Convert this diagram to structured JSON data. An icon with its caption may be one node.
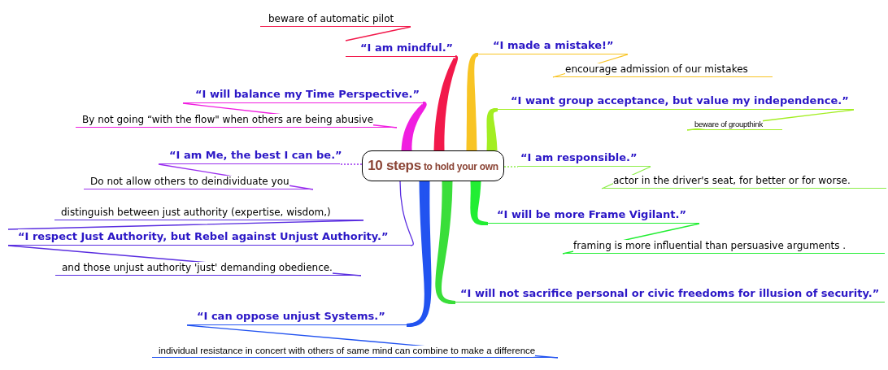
{
  "diagram": {
    "nodes": [
      {
        "text": [
          "**10 steps** to hold your own"
        ]
      },
      {
        "text": [
          "“I am mindful.”"
        ]
      },
      {
        "text": [
          "beware of automatic pilot"
        ]
      },
      {
        "text": [
          "“I made a mistake!”"
        ]
      },
      {
        "text": [
          "encourage admission of our mistakes"
        ]
      },
      {
        "text": [
          "“I will balance my Time Perspective.”"
        ]
      },
      {
        "text": [
          "By not going “with the flow\" when others are being abusive"
        ]
      },
      {
        "text": [
          "“I want group acceptance, but value my independence.”"
        ]
      },
      {
        "text": [
          "beware of groupthink"
        ]
      },
      {
        "text": [
          "“I am Me, the best I can be.”"
        ]
      },
      {
        "text": [
          "Do not allow others to deindividuate you"
        ]
      },
      {
        "text": [
          "“I am responsible.”"
        ]
      },
      {
        "text": [
          "actor in the driver's seat, for better or for worse."
        ]
      },
      {
        "text": [
          "“I respect Just Authority, but Rebel against Unjust Authority.”"
        ]
      },
      {
        "text": [
          "distinguish between just authority (expertise, wisdom,)"
        ]
      },
      {
        "text": [
          "and those unjust authority 'just' demanding obedience."
        ]
      },
      {
        "text": [
          "“I will be more Frame Vigilant.”"
        ]
      },
      {
        "text": [
          "framing is more influential than persuasive arguments ."
        ]
      },
      {
        "text": [
          "“I will not sacrifice personal or civic freedoms for illusion of security.”"
        ]
      },
      {
        "text": [
          "“I can oppose unjust Systems.”"
        ]
      },
      {
        "text": [
          "individual resistance in concert with others of same mind can combine to make a difference"
        ]
      }
    ],
    "edges": [
      {
        "from": 0,
        "to": 1,
        "arrow": "none",
        "style": "thick",
        "color": "#f2194b"
      },
      {
        "from": 0,
        "to": 3,
        "arrow": "none",
        "style": "thick",
        "color": "#f8c424"
      },
      {
        "from": 0,
        "to": 5,
        "arrow": "none",
        "style": "thick",
        "color": "#f01ee0"
      },
      {
        "from": 0,
        "to": 7,
        "arrow": "none",
        "style": "thick",
        "color": "#a3ee22"
      },
      {
        "from": 0,
        "to": 9,
        "arrow": "none",
        "style": "dashed",
        "color": "#9a30ee"
      },
      {
        "from": 0,
        "to": 11,
        "arrow": "none",
        "style": "dashed",
        "color": "#8cee4a"
      },
      {
        "from": 0,
        "to": 13,
        "arrow": "none",
        "color": "#5a2ee0"
      },
      {
        "from": 0,
        "to": 16,
        "arrow": "none",
        "style": "thick",
        "color": "#22ee33"
      },
      {
        "from": 0,
        "to": 18,
        "arrow": "none",
        "style": "thick",
        "color": "#3ade3a"
      },
      {
        "from": 0,
        "to": 19,
        "arrow": "none",
        "style": "thick",
        "color": "#2253f0"
      },
      {
        "from": 1,
        "to": 2,
        "arrow": "none",
        "color": "#f2194b"
      },
      {
        "from": 3,
        "to": 4,
        "arrow": "none",
        "color": "#f8c424"
      },
      {
        "from": 5,
        "to": 6,
        "arrow": "none",
        "color": "#f01ee0"
      },
      {
        "from": 7,
        "to": 8,
        "arrow": "none",
        "color": "#a3ee22"
      },
      {
        "from": 9,
        "to": 10,
        "arrow": "none",
        "color": "#9a30ee"
      },
      {
        "from": 11,
        "to": 12,
        "arrow": "none",
        "color": "#8cee4a"
      },
      {
        "from": 13,
        "to": 14,
        "arrow": "none",
        "color": "#5a2ee0"
      },
      {
        "from": 13,
        "to": 15,
        "arrow": "none",
        "color": "#5a2ee0"
      },
      {
        "from": 16,
        "to": 17,
        "arrow": "none",
        "color": "#22ee33"
      },
      {
        "from": 19,
        "to": 20,
        "arrow": "none",
        "color": "#2253f0"
      }
    ]
  }
}
